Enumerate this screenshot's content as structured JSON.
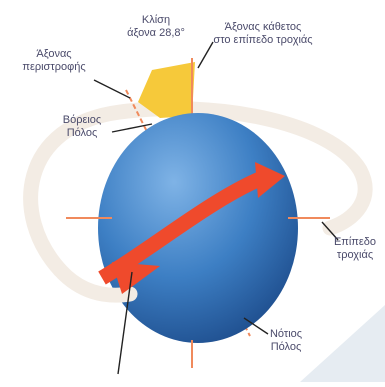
{
  "labels": {
    "tilt_angle": "Κλίση\nάξονα 28,8°",
    "perpendicular_axis": "Άξονας κάθετος\nστο επίπεδο τροχιάς",
    "rotation_axis": "Άξονας\nπεριστροφής",
    "north_pole": "Βόρειος\nΠόλος",
    "orbital_plane": "Επίπεδο\nτροχιάς",
    "south_pole": "Νότιος\nΠόλος"
  },
  "colors": {
    "planet": "#3d7fc4",
    "ring": "#f3ece4",
    "rotation_arrow": "#ef4a2c",
    "tilt_wedge": "#f6c93a",
    "axis_line": "#f08a5c",
    "label_text": "#4a4a6a"
  }
}
